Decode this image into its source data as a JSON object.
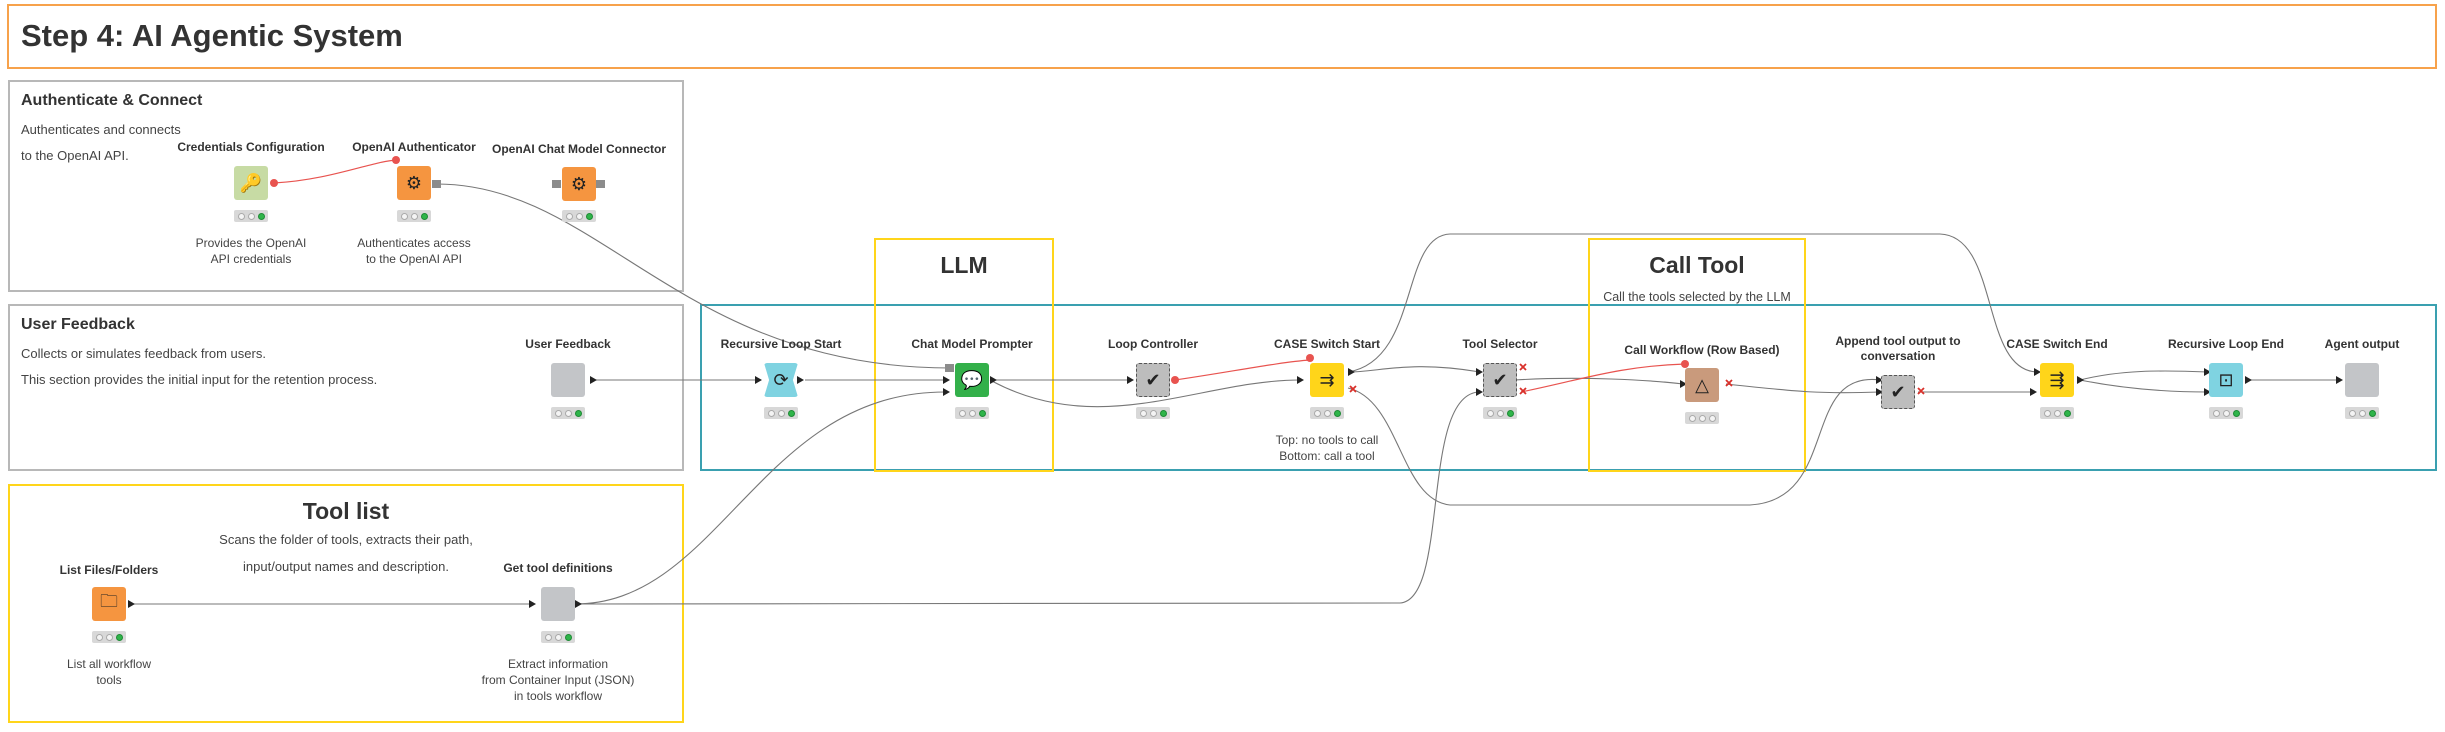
{
  "page_title": "Step 4: AI Agentic System",
  "annotations": {
    "auth": {
      "title": "Authenticate & Connect",
      "line1": "Authenticates and connects",
      "line2": "to the OpenAI API."
    },
    "feedback": {
      "title": "User Feedback",
      "line1": "Collects or simulates feedback from users.",
      "line2": "This section provides the initial input for the retention process."
    },
    "toollist": {
      "title": "Tool list",
      "line1": "Scans the folder of tools, extracts their path,",
      "line2": "input/output names and description."
    },
    "llm": {
      "title": "LLM"
    },
    "calltool": {
      "title": "Call Tool",
      "subtitle": "Call the tools selected by the LLM"
    }
  },
  "nodes": {
    "credentials": {
      "label": "Credentials Configuration",
      "desc1": "Provides the OpenAI",
      "desc2": "API credentials",
      "icon": "key-icon",
      "color": "#c7dba4"
    },
    "openai_auth": {
      "label": "OpenAI Authenticator",
      "desc1": "Authenticates access",
      "desc2": "to the OpenAI API",
      "icon": "openai-icon",
      "color": "#f59540"
    },
    "chat_connector": {
      "label": "OpenAI Chat Model Connector",
      "icon": "openai-icon",
      "color": "#f59540"
    },
    "user_feedback": {
      "label": "User Feedback",
      "icon": "component-icon",
      "color": "#c3c5c8"
    },
    "loop_start": {
      "label": "Recursive Loop Start",
      "icon": "loop-start-icon",
      "color": "#7fd3e1"
    },
    "chat_prompter": {
      "label": "Chat Model Prompter",
      "icon": "chat-icon",
      "color": "#33b04a"
    },
    "loop_controller": {
      "label": "Loop Controller",
      "icon": "check-icon",
      "color": "#bdbdbd"
    },
    "case_start": {
      "label": "CASE Switch Start",
      "desc1": "Top: no tools to call",
      "desc2": "Bottom: call a tool",
      "icon": "switch-icon",
      "color": "#ffd51a"
    },
    "tool_selector": {
      "label": "Tool Selector",
      "icon": "check-icon",
      "color": "#bdbdbd"
    },
    "call_workflow": {
      "label": "Call Workflow (Row Based)",
      "icon": "triangle-icon",
      "color": "#c99a7c"
    },
    "append_output": {
      "label1": "Append tool output to",
      "label2": "conversation",
      "icon": "check-icon",
      "color": "#bdbdbd"
    },
    "case_end": {
      "label": "CASE Switch End",
      "icon": "switch-icon",
      "color": "#ffd51a"
    },
    "loop_end": {
      "label": "Recursive Loop End",
      "icon": "loop-end-icon",
      "color": "#7fd3e1"
    },
    "agent_output": {
      "label": "Agent output",
      "icon": "component-icon",
      "color": "#c3c5c8"
    },
    "list_files": {
      "label": "List Files/Folders",
      "desc1": "List all workflow",
      "desc2": "tools",
      "icon": "files-icon",
      "color": "#f59540"
    },
    "tool_defs": {
      "label": "Get tool definitions",
      "desc1": "Extract information",
      "desc2": "from Container Input (JSON)",
      "desc3": "in tools workflow",
      "icon": "component-icon",
      "color": "#c3c5c8"
    }
  }
}
